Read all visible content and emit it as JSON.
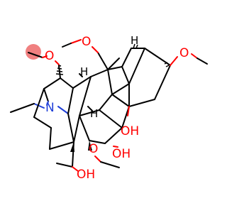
{
  "labels": {
    "nitrogen": "N",
    "hydroxyl_1": "OH",
    "hydroxyl_2": "OH",
    "hydroxymethyl": "OH",
    "hydrogen_1": "H",
    "hydrogen_2": "H",
    "hydrogen_3": "H"
  },
  "colors": {
    "bond": "#000000",
    "nitrogen": "#1f3fd8",
    "oxygen": "#ff0000",
    "highlight": "#f08080"
  }
}
